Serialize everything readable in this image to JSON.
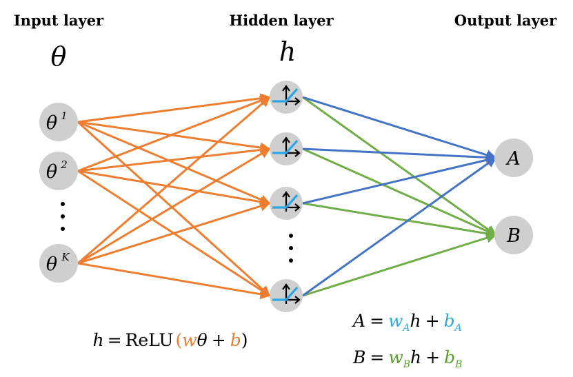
{
  "headings": {
    "input": "Input layer",
    "hidden": "Hidden layer",
    "output": "Output layer"
  },
  "symbols": {
    "input": "θ",
    "hidden": "h"
  },
  "input_nodes": [
    {
      "base": "θ",
      "sup": "1"
    },
    {
      "base": "θ",
      "sup": "2"
    },
    {
      "base": "θ",
      "sup": "K"
    }
  ],
  "hidden_nodes": [
    {
      "icon": "relu-icon"
    },
    {
      "icon": "relu-icon"
    },
    {
      "icon": "relu-icon"
    },
    {
      "icon": "relu-icon"
    }
  ],
  "output_nodes": [
    {
      "label": "A"
    },
    {
      "label": "B"
    }
  ],
  "equations": {
    "hidden": {
      "lhs": "h",
      "eq": "=",
      "fn": "ReLU",
      "open": "(",
      "w": "w",
      "theta": "θ",
      "plus": "+",
      "b": "b",
      "close": ")"
    },
    "out_a": {
      "lhs": "A",
      "eq": "=",
      "w": "w",
      "w_sub": "A",
      "h": "h",
      "plus": "+",
      "b": "b",
      "b_sub": "A"
    },
    "out_b": {
      "lhs": "B",
      "eq": "=",
      "w": "w",
      "w_sub": "B",
      "h": "h",
      "plus": "+",
      "b": "b",
      "b_sub": "B"
    }
  },
  "colors": {
    "input_edges": "#ee7d2f",
    "edges_to_a": "#4472c4",
    "edges_to_b": "#70ad47",
    "relu_curve": "#29a7e6",
    "eq_orange": "#ee7d2f",
    "eq_blue": "#29a7e6",
    "eq_green": "#5aa02c"
  }
}
